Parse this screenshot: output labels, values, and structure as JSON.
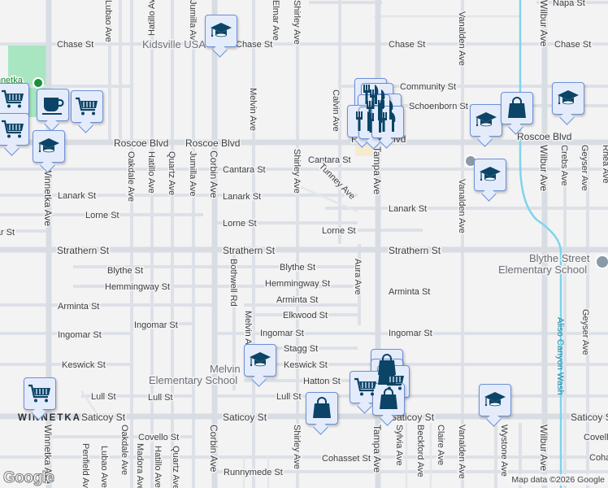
{
  "map": {
    "streets": {
      "napa": "Napa St",
      "chase": "Chase St",
      "community": "Community St",
      "schoenborn": "Schoenborn St",
      "roscoe": "Roscoe Blvd",
      "cantara": "Cantara St",
      "lanark": "Lanark St",
      "lorne": "Lorne St",
      "altar": "Altar St",
      "strathern": "Strathern St",
      "blythe": "Blythe St",
      "hemmingway": "Hemmingway St",
      "arminta": "Arminta St",
      "elkwood": "Elkwood St",
      "ingomar": "Ingomar St",
      "stagg": "Stagg St",
      "keswick": "Keswick St",
      "hatton": "Hatton St",
      "lull": "Lull St",
      "saticoy": "Saticoy St",
      "covello": "Covello St",
      "cohasset": "Cohasset St",
      "runnymede": "Runnymede St",
      "winnetka": "Winnetka Ave",
      "corbin": "Corbin Ave",
      "tampa": "Tampa Ave",
      "wilbur": "Wilbur Ave",
      "oakdale": "Oakdale Ave",
      "hatillo": "Hatillo Ave",
      "quartz": "Quartz Ave",
      "jumilla": "Jumilla Ave",
      "melvin": "Melvin Ave",
      "shirley": "Shirley Ave",
      "calvin": "Calvin Ave",
      "tunney": "Tunney Ave",
      "aura": "Aura Ave",
      "vanalden": "Vanalden Ave",
      "crebs": "Crebs Ave",
      "geyser": "Geyser Ave",
      "bothwell": "Bothwell Rd",
      "penfield": "Penfield Ave",
      "lubao": "Lubao Ave",
      "madora": "Madora Ave",
      "sylvia": "Sylvia Ave",
      "beckford": "Beckford Ave",
      "claire": "Claire Ave",
      "wystone": "Wystone Ave",
      "elmar": "Elmar Ave",
      "rhea": "Rhea Ave"
    },
    "places": {
      "kidsville": "Kidsville USA",
      "melvin_school_1": "Melvin",
      "melvin_school_2": "Elementary School",
      "blythe_school_1": "Blythe Street",
      "blythe_school_2": "Elementary School",
      "winnetka_park": "Winnetka",
      "neighborhood": "WINNETKA",
      "wash": "Aliso Canyon Wash"
    },
    "colors": {
      "marker_fill": "#e4ecfb",
      "marker_border": "#6d90d6",
      "icon": "#0b4466",
      "park": "#a8e6c2",
      "wash": "#7fd3ec"
    },
    "logo": "Google",
    "attribution": "Map data ©2026 Google"
  },
  "markers": [
    {
      "icon": "graduation-cap"
    },
    {
      "icon": "shopping-cart"
    },
    {
      "icon": "shopping-cart"
    },
    {
      "icon": "coffee-cup"
    },
    {
      "icon": "shopping-cart"
    },
    {
      "icon": "graduation-cap"
    },
    {
      "icon": "restaurant"
    },
    {
      "icon": "graduation-cap"
    },
    {
      "icon": "shopping-bag"
    },
    {
      "icon": "graduation-cap"
    },
    {
      "icon": "graduation-cap"
    },
    {
      "icon": "graduation-cap"
    },
    {
      "icon": "shopping-cart"
    },
    {
      "icon": "shopping-bag"
    },
    {
      "icon": "shopping-cart"
    },
    {
      "icon": "shopping-bag"
    },
    {
      "icon": "shopping-bag"
    },
    {
      "icon": "graduation-cap"
    }
  ]
}
